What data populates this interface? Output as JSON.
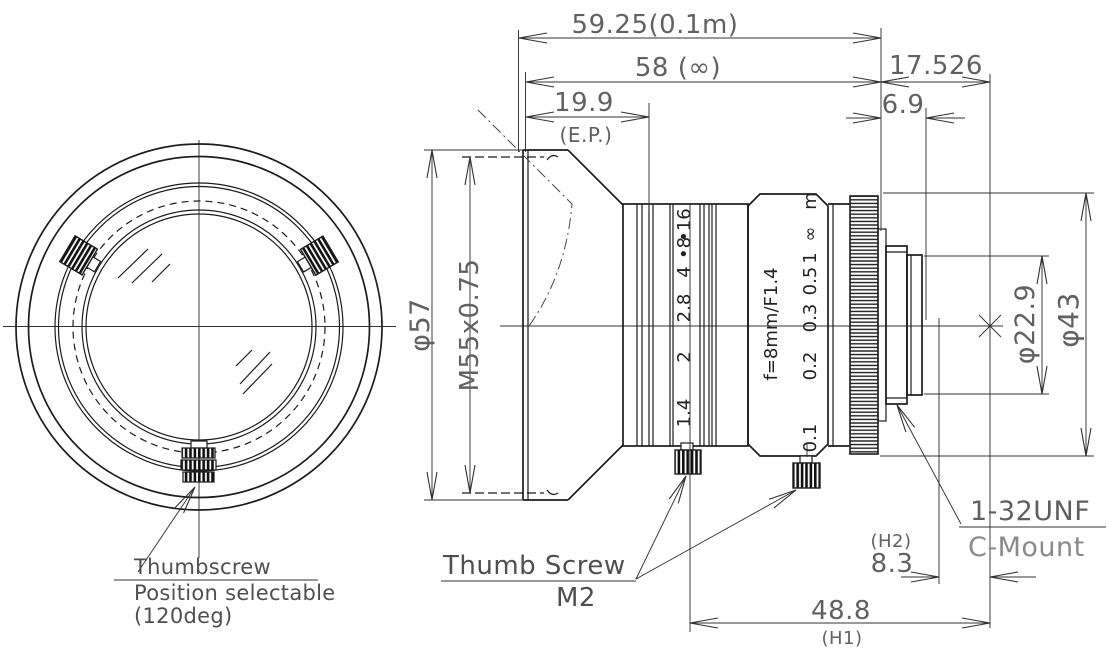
{
  "front_view": {
    "note": [
      "Thumbscrew",
      "Position selectable",
      "(120deg)"
    ]
  },
  "side_view": {
    "dims": {
      "total_01m": "59.25(0.1m)",
      "total_inf": "58 (∞)",
      "flange_focal": "17.526",
      "entrance_pupil": "19.9",
      "entrance_pupil_label": "(E.P.)",
      "rear_protrusion": "6.9",
      "front_dia": "φ57",
      "filter_thread": "M55x0.75",
      "rear_dia": "φ22.9",
      "body_dia": "φ43",
      "h2_label": "(H2)",
      "h2": "8.3",
      "h1": "48.8",
      "h1_label": "(H1)"
    },
    "labels": {
      "mount_thread": "1-32UNF",
      "mount": "C-Mount",
      "thumb_screw": "Thumb Screw",
      "thumb_screw_size": "M2"
    },
    "markings": {
      "spec": "f=8mm/F1.4",
      "aperture_scale": [
        "1.4",
        "2",
        "2.8",
        "4",
        "•8",
        "•16"
      ],
      "focus_scale": [
        "0.1",
        "0.2",
        "0.3",
        "0.5",
        "1",
        "∞",
        "m"
      ]
    }
  },
  "colors": {
    "line": "#1c1c1c",
    "dim": "#333333",
    "dim_text": "#616161"
  }
}
